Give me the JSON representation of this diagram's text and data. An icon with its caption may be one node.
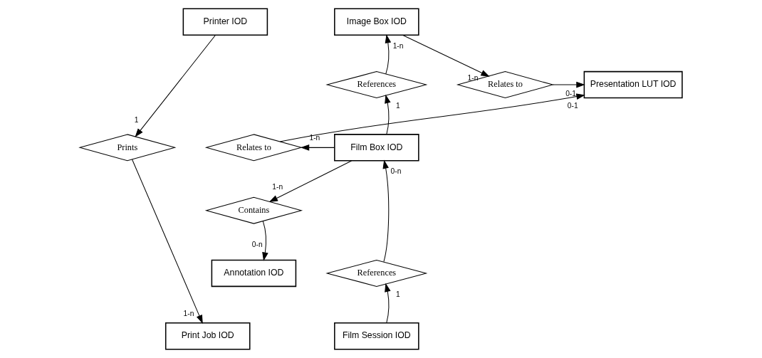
{
  "diagram": {
    "nodes": [
      {
        "text": [
          "Printer IOD"
        ]
      },
      {
        "text": [
          "Prints"
        ]
      },
      {
        "text": [
          "Print Job IOD"
        ]
      },
      {
        "text": [
          "Image Box IOD"
        ]
      },
      {
        "text": [
          "References"
        ]
      },
      {
        "text": [
          "Relates to"
        ]
      },
      {
        "text": [
          "Presentation LUT IOD"
        ]
      },
      {
        "text": [
          "Film Box IOD"
        ]
      },
      {
        "text": [
          "Relates to"
        ]
      },
      {
        "text": [
          "Contains"
        ]
      },
      {
        "text": [
          "References"
        ]
      },
      {
        "text": [
          "Annotation IOD"
        ]
      },
      {
        "text": [
          "Film Session IOD"
        ]
      }
    ],
    "edges": [
      {
        "from": 0,
        "to": 1,
        "arrow": "to",
        "label": "1"
      },
      {
        "from": 1,
        "to": 2,
        "arrow": "to",
        "label": "1-n"
      },
      {
        "from": 7,
        "to": 4,
        "arrow": "to",
        "label": "1"
      },
      {
        "from": 4,
        "to": 3,
        "arrow": "to",
        "label": "1-n"
      },
      {
        "from": 3,
        "to": 5,
        "arrow": "to",
        "label": "1-n"
      },
      {
        "from": 5,
        "to": 6,
        "arrow": "to",
        "label": "0-1"
      },
      {
        "from": 7,
        "to": 8,
        "arrow": "to",
        "label": "1-n"
      },
      {
        "from": 8,
        "to": 6,
        "arrow": "to",
        "label": "0-1"
      },
      {
        "from": 7,
        "to": 9,
        "arrow": "to",
        "label": "1-n"
      },
      {
        "from": 9,
        "to": 11,
        "arrow": "to",
        "label": "0-n"
      },
      {
        "from": 12,
        "to": 10,
        "arrow": "to",
        "label": "1"
      },
      {
        "from": 10,
        "to": 7,
        "arrow": "to",
        "label": "0-n"
      }
    ]
  }
}
